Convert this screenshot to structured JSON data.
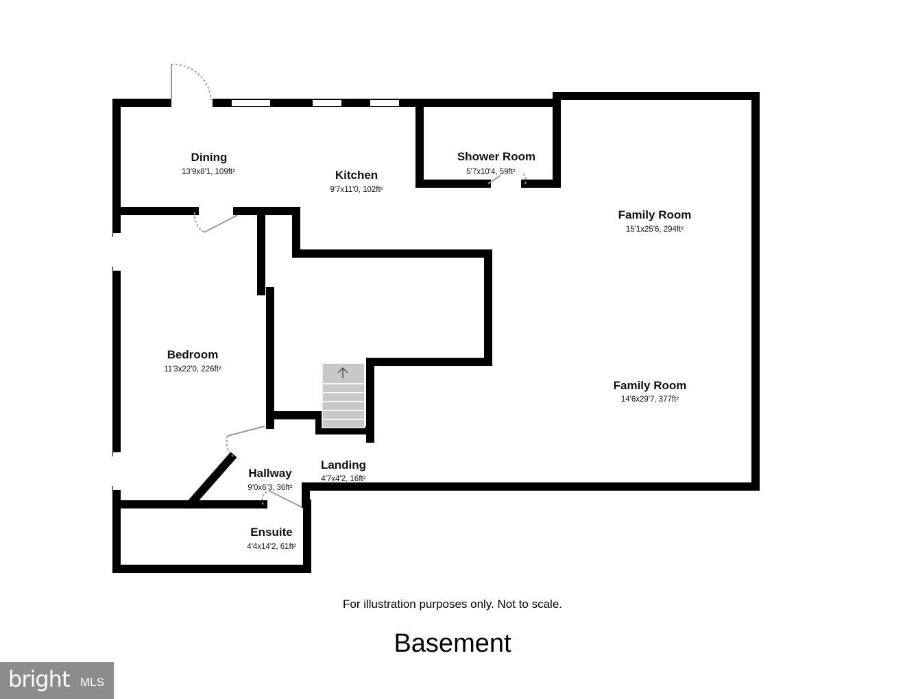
{
  "floor": {
    "title": "Basement",
    "disclaimer": "For illustration purposes only. Not to scale."
  },
  "rooms": {
    "dining": {
      "name": "Dining",
      "dims": "13'9x8'1, 109ft²"
    },
    "kitchen": {
      "name": "Kitchen",
      "dims": "9'7x11'0, 102ft²"
    },
    "shower_room": {
      "name": "Shower Room",
      "dims": "5'7x10'4, 59ft²"
    },
    "family_room_upper": {
      "name": "Family Room",
      "dims": "15'1x25'6, 294ft²"
    },
    "bedroom": {
      "name": "Bedroom",
      "dims": "11'3x22'0, 226ft²"
    },
    "family_room_lower": {
      "name": "Family Room",
      "dims": "14'6x29'7, 377ft²"
    },
    "landing": {
      "name": "Landing",
      "dims": "4'7x4'2, 16ft²"
    },
    "hallway": {
      "name": "Hallway",
      "dims": "9'0x6'3, 36ft²"
    },
    "ensuite": {
      "name": "Ensuite",
      "dims": "4'4x14'2, 61ft²"
    }
  },
  "logo": {
    "brand": "bright",
    "suffix": "MLS"
  },
  "colors": {
    "wall": "#000000",
    "stairs": "#c8c8c8",
    "logo_bg": "#8c8c8c"
  }
}
